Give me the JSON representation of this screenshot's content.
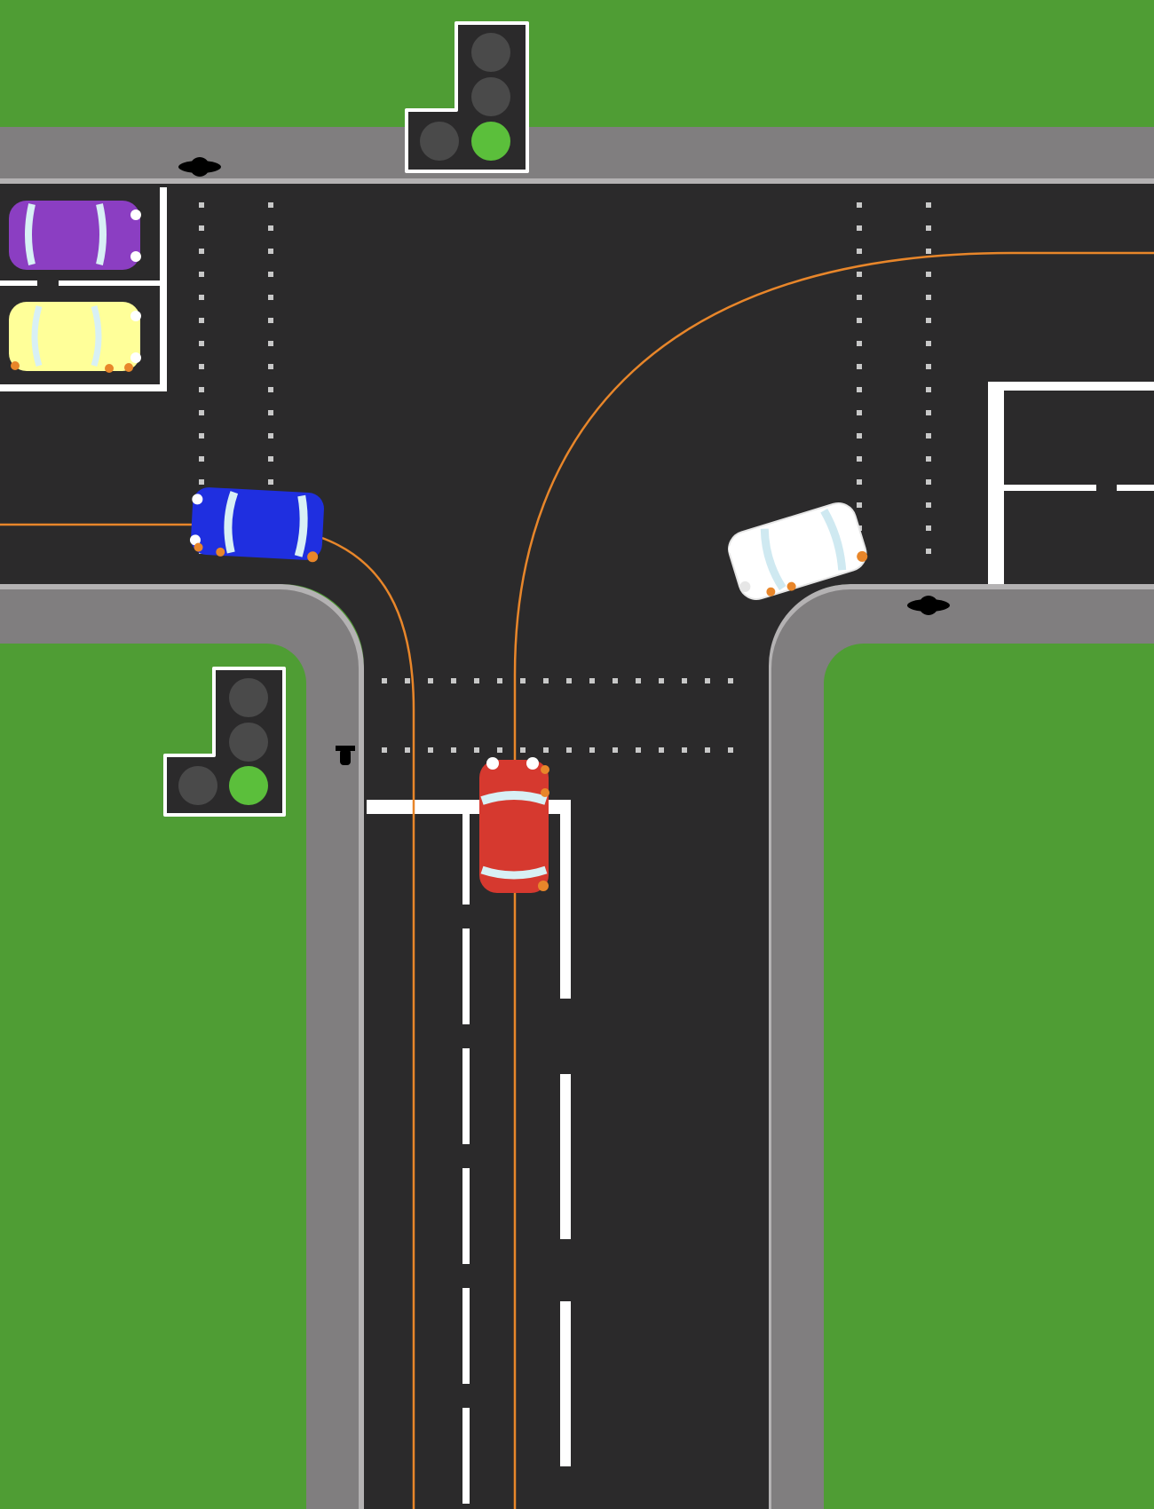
{
  "scene": {
    "colors": {
      "grass": "#4f9d34",
      "sidewalk": "#807e7f",
      "curb": "#b4b2b3",
      "asphalt": "#2b2a2b",
      "marking": "#ffffff",
      "dots": "#c8c8c8",
      "path": "#e8862a",
      "signal_housing": "#2b2a2b",
      "signal_off": "#4a4a4a",
      "signal_green": "#5bbf3b",
      "pedestrian": "#000000"
    },
    "traffic_lights": [
      {
        "name": "traffic-light-north",
        "state": "green"
      },
      {
        "name": "traffic-light-southwest",
        "state": "green"
      }
    ],
    "vehicles": [
      {
        "name": "red-car",
        "color": "#d6392f",
        "role": "ego",
        "heading": "north"
      },
      {
        "name": "blue-car",
        "color": "#1f2fe0",
        "heading": "east-turning-south"
      },
      {
        "name": "white-car",
        "color": "#ffffff",
        "heading": "west"
      },
      {
        "name": "purple-car",
        "color": "#8b3ec2",
        "state": "parked"
      },
      {
        "name": "yellow-car",
        "color": "#ffff99",
        "state": "parked"
      }
    ],
    "pedestrians": [
      {
        "name": "pedestrian-top-left"
      },
      {
        "name": "pedestrian-right-curb"
      },
      {
        "name": "pedestrian-left-curb"
      }
    ]
  }
}
